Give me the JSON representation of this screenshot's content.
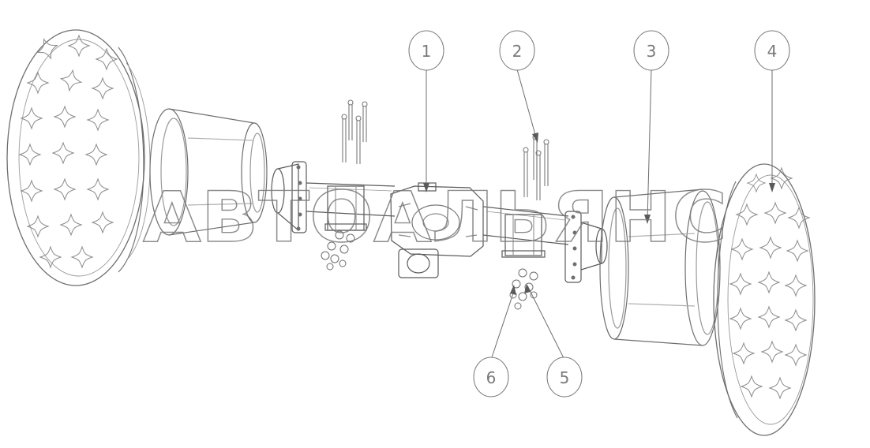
{
  "callouts": [
    "1",
    "2",
    "3",
    "4",
    "5",
    "6"
  ],
  "watermark": "АВТОАЛЬЯНС",
  "colors": {
    "line": "#6e6e6e",
    "light": "#9a9a9a",
    "paper": "#ffffff"
  }
}
